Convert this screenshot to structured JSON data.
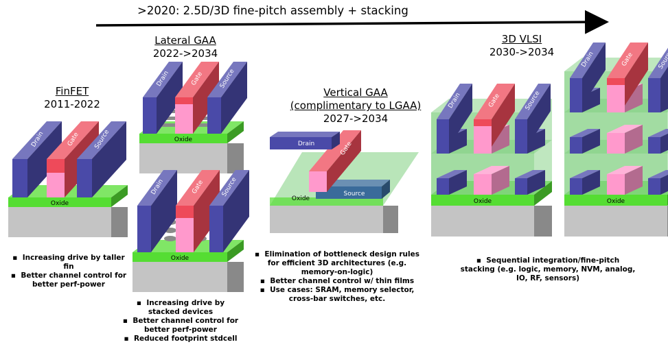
{
  "banner": {
    "text": ">2020: 2.5D/3D fine-pitch assembly + stacking"
  },
  "colors": {
    "drain_source": "#4a4aa8",
    "gate": "#ee4a5a",
    "channel": "#ff99cc",
    "oxide": "#55dd33",
    "substrate": "#c4c4c4",
    "ild": "#7fcf7f"
  },
  "labels": {
    "drain": "Drain",
    "gate": "Gate",
    "source": "Source",
    "oxide": "Oxide"
  },
  "columns": {
    "finfet": {
      "title": "FinFET",
      "years": "2011-2022",
      "bullets": [
        "Increasing drive by taller fin",
        "Better channel control for better perf-power"
      ]
    },
    "lateral_gaa": {
      "title": "Lateral GAA",
      "years": "2022->2034",
      "bullets": [
        "Increasing drive by stacked devices",
        "Better channel control for better perf-power",
        "Reduced footprint stdcell"
      ]
    },
    "vertical_gaa": {
      "title": "Vertical GAA",
      "subtitle": "(complimentary to LGAA)",
      "years": "2027->2034",
      "bullets": [
        "Elimination of bottleneck design rules for efficient 3D architectures (e.g. memory-on-logic)",
        "Better channel control w/ thin films",
        "Use cases: SRAM, memory selector, cross-bar switches, etc."
      ]
    },
    "vlsi_3d": {
      "title": "3D VLSI",
      "years": "2030->2034",
      "bullets": [
        "Sequential integration/fine-pitch stacking (e.g. logic, memory, NVM, analog, IO, RF, sensors)"
      ]
    }
  }
}
